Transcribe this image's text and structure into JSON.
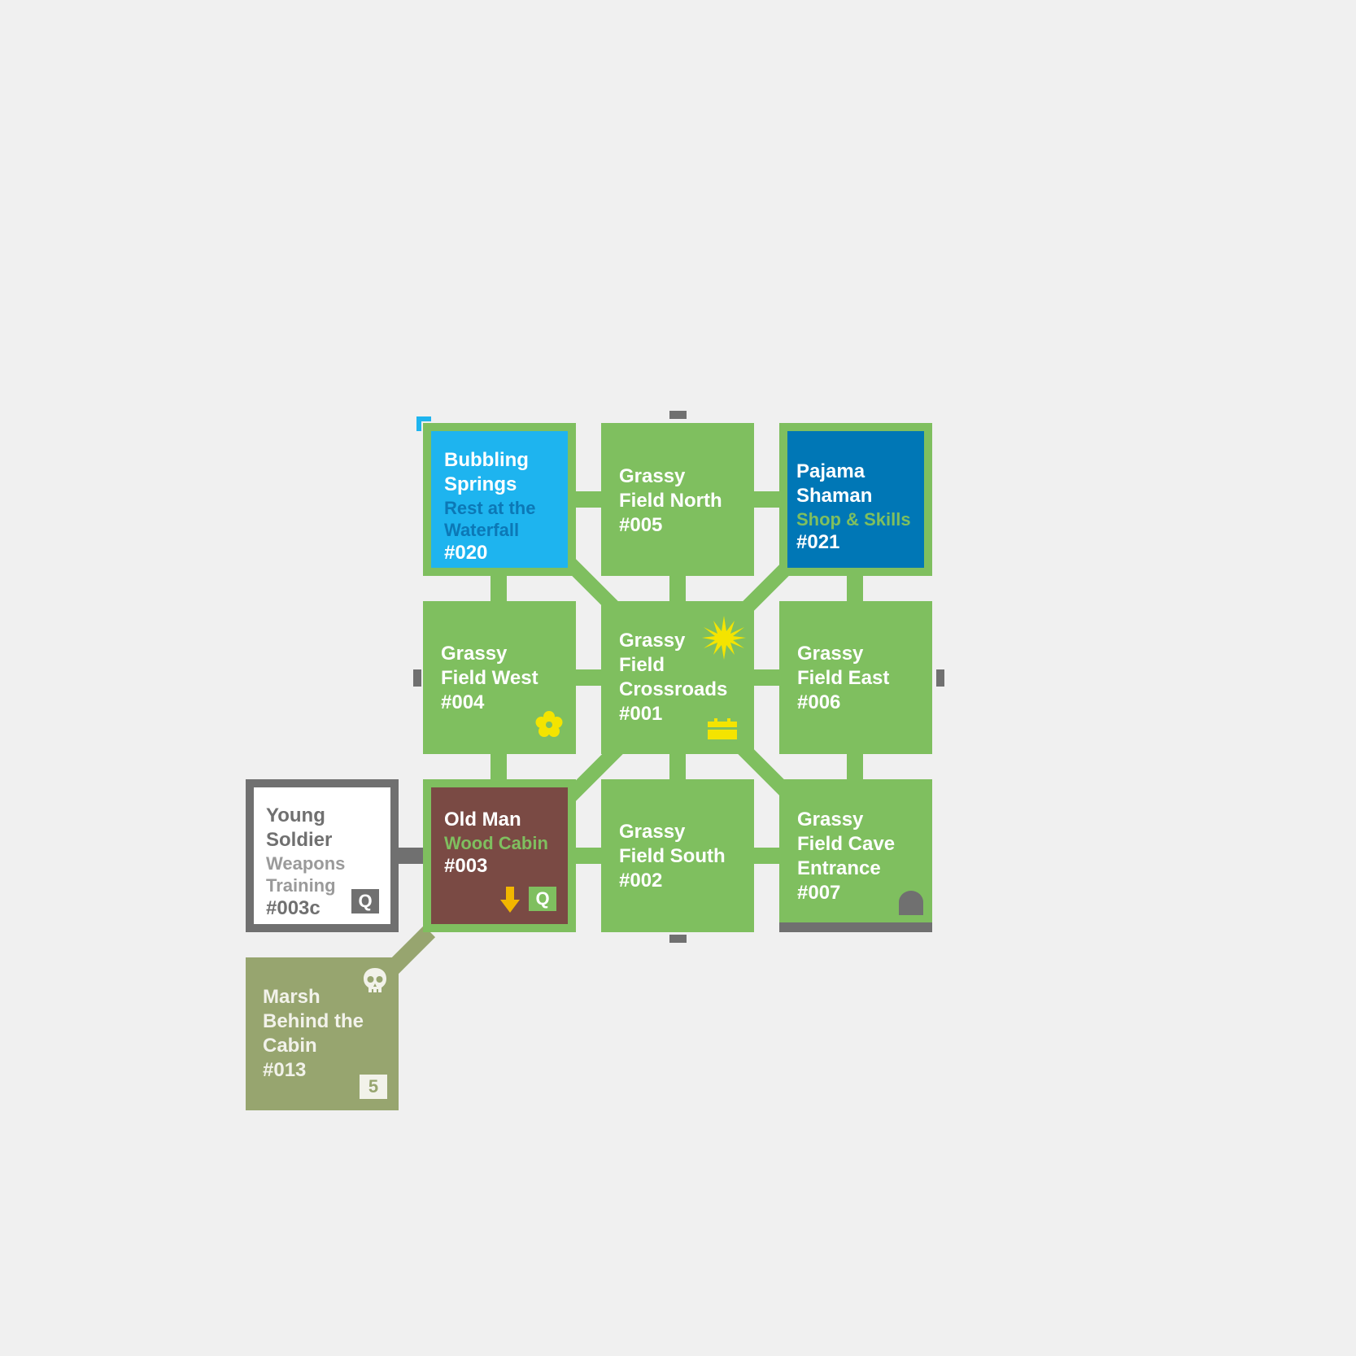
{
  "colors": {
    "background": "#f0f0f0",
    "field_green": "#7fbf5f",
    "springs_blue": "#1eb4ef",
    "shaman_blue": "#0077b6",
    "cabin_brown": "#7a4a44",
    "marsh_olive": "#97a56f",
    "soldier_gray": "#707070",
    "accent_yellow": "#f4e400",
    "arrow_orange": "#f2b600"
  },
  "rooms": {
    "bubbling_springs": {
      "name_lines": [
        "Bubbling",
        "Springs"
      ],
      "sub_lines": [
        "Rest at the",
        "Waterfall"
      ],
      "id": "#020"
    },
    "field_north": {
      "name_lines": [
        "Grassy",
        "Field North"
      ],
      "id": "#005"
    },
    "pajama_shaman": {
      "name_lines": [
        "Pajama",
        "Shaman"
      ],
      "sub_lines": [
        "Shop & Skills"
      ],
      "id": "#021"
    },
    "field_west": {
      "name_lines": [
        "Grassy",
        "Field West"
      ],
      "id": "#004",
      "icon": "flower-icon"
    },
    "crossroads": {
      "name_lines": [
        "Grassy",
        "Field",
        "Crossroads"
      ],
      "id": "#001",
      "icons": [
        "star-icon",
        "chest-icon"
      ]
    },
    "field_east": {
      "name_lines": [
        "Grassy",
        "Field East"
      ],
      "id": "#006"
    },
    "old_man": {
      "name_lines": [
        "Old Man"
      ],
      "sub_lines": [
        "Wood Cabin"
      ],
      "id": "#003",
      "badge": "Q",
      "icon": "down-arrow-icon"
    },
    "field_south": {
      "name_lines": [
        "Grassy",
        "Field South"
      ],
      "id": "#002"
    },
    "cave_entrance": {
      "name_lines": [
        "Grassy",
        "Field Cave",
        "Entrance"
      ],
      "id": "#007",
      "icon": "cave-door-icon"
    },
    "young_soldier": {
      "name_lines": [
        "Young",
        "Soldier"
      ],
      "sub_lines": [
        "Weapons",
        "Training"
      ],
      "id": "#003c",
      "badge": "Q"
    },
    "marsh": {
      "name_lines": [
        "Marsh",
        "Behind the",
        "Cabin"
      ],
      "id": "#013",
      "badge": "5",
      "icon": "skull-icon"
    }
  }
}
